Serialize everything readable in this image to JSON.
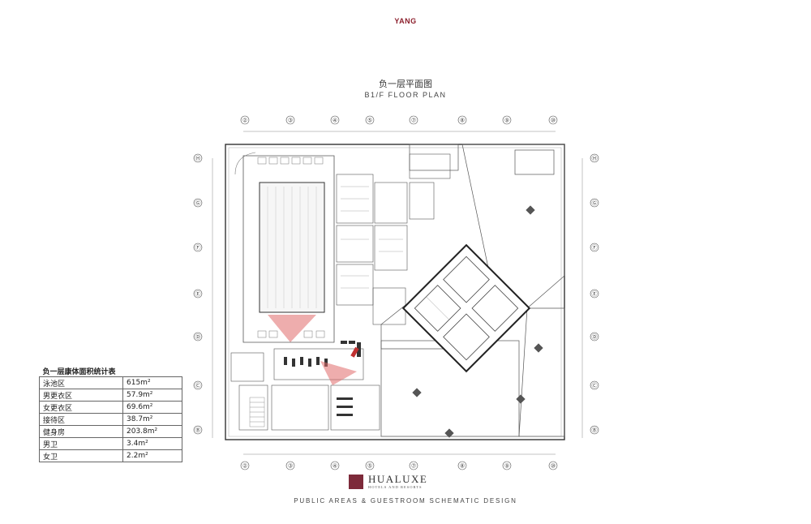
{
  "header": {
    "logo_text": "YANG"
  },
  "title": {
    "cn": "负一层平面图",
    "en": "B1/F  FLOOR  PLAN"
  },
  "grid": {
    "columns": [
      "②",
      "③",
      "④",
      "⑤",
      "⑦",
      "⑧",
      "⑨",
      "⑩"
    ],
    "rows": [
      "Ⓗ",
      "Ⓖ",
      "Ⓕ",
      "Ⓔ",
      "Ⓓ",
      "Ⓒ",
      "Ⓑ"
    ]
  },
  "area_table": {
    "title": "负一层康体面积统计表",
    "rows": [
      {
        "label": "泳池区",
        "value": "615m²"
      },
      {
        "label": "男更衣区",
        "value": "57.9m²"
      },
      {
        "label": "女更衣区",
        "value": "69.6m²"
      },
      {
        "label": "接待区",
        "value": "38.7m²"
      },
      {
        "label": "健身房",
        "value": "203.8m²"
      },
      {
        "label": "男卫",
        "value": "3.4m²"
      },
      {
        "label": "女卫",
        "value": "2.2m²"
      }
    ]
  },
  "brand": {
    "name": "HUALUXE",
    "sub": "HOTELS AND RESORTS"
  },
  "footer": {
    "text": "PUBLIC AREAS & GUESTROOM SCHEMATIC DESIGN"
  },
  "colors": {
    "brand": "#7d2a3a",
    "logo": "#8b1e2b",
    "view_cone": "#e06a6a"
  }
}
